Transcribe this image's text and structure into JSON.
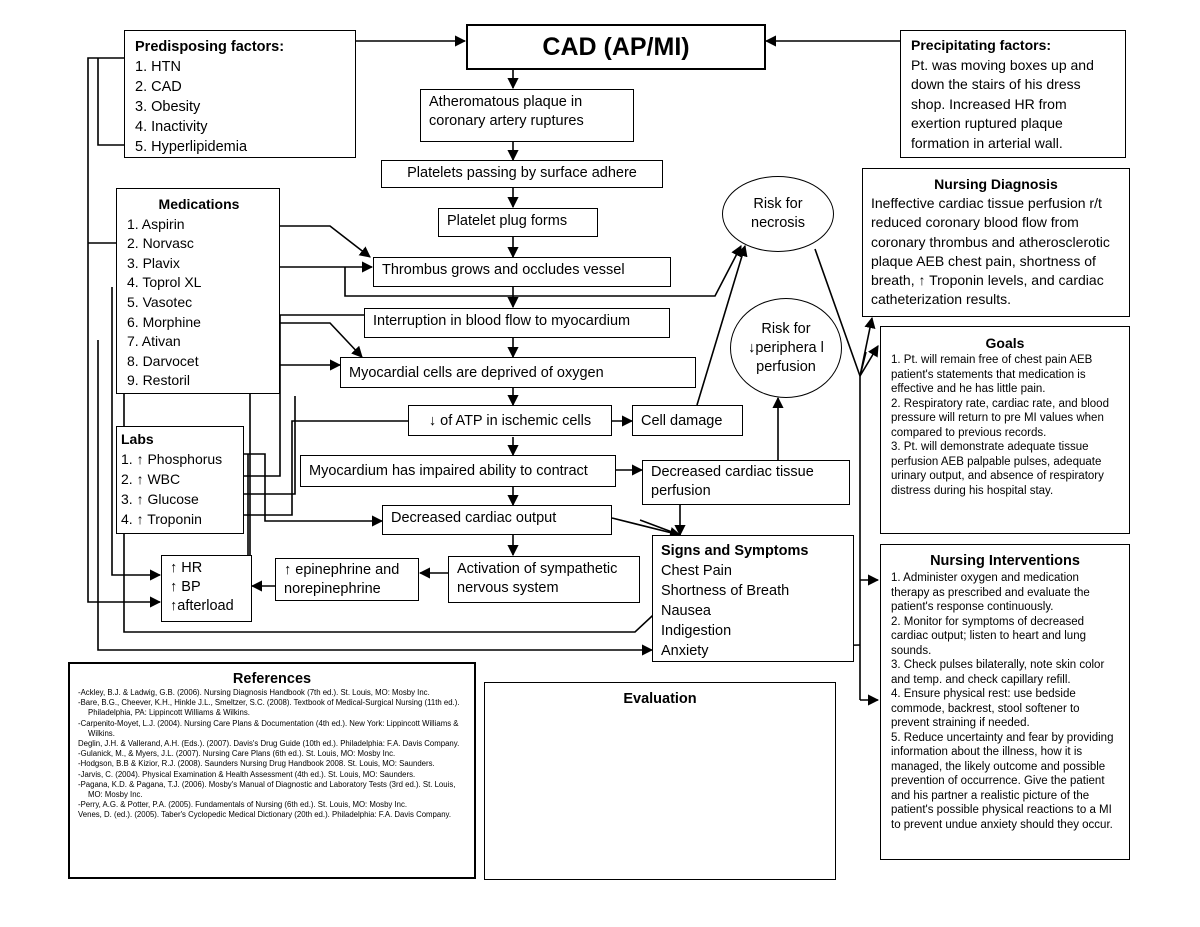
{
  "title": "CAD (AP/MI)",
  "predisposing": {
    "title": "Predisposing factors:",
    "items": [
      "1. HTN",
      "2. CAD",
      "3. Obesity",
      "4. Inactivity",
      "5. Hyperlipidemia"
    ]
  },
  "precipitating": {
    "title": "Precipitating factors:",
    "text": "Pt. was moving boxes up and down the stairs of his dress shop. Increased HR from exertion ruptured plaque formation in arterial wall."
  },
  "medications": {
    "title": "Medications",
    "items": [
      "1. Aspirin",
      "2. Norvasc",
      "3. Plavix",
      "4. Toprol XL",
      "5. Vasotec",
      "6. Morphine",
      "7. Ativan",
      "8. Darvocet",
      "9. Restoril"
    ]
  },
  "labs": {
    "title": "Labs",
    "items": [
      "1. ↑ Phosphorus",
      "2. ↑ WBC",
      "3. ↑ Glucose",
      "4. ↑ Troponin"
    ]
  },
  "flow": {
    "plaque": "Atheromatous plaque in coronary artery ruptures",
    "platelets": "Platelets passing by surface adhere",
    "plug": "Platelet plug forms",
    "thrombus": "Thrombus grows and occludes vessel",
    "interruption": "Interruption in blood flow to myocardium",
    "deprived": "Myocardial cells are deprived of oxygen",
    "atp": "↓ of ATP in ischemic cells",
    "cell_damage": "Cell damage",
    "impaired": "Myocardium has impaired ability to contract",
    "decreased_perfusion": "Decreased cardiac tissue perfusion",
    "decreased_output": "Decreased cardiac output",
    "activation": "Activation of sympathetic nervous system",
    "epinephrine": "↑ epinephrine and norepinephrine",
    "hr": "↑ HR",
    "bp": "↑ BP",
    "afterload": "↑afterload"
  },
  "risks": {
    "necrosis": "Risk for necrosis",
    "peripheral": "Risk for ↓periphera l perfusion"
  },
  "nursing_diagnosis": {
    "title": "Nursing Diagnosis",
    "text": "Ineffective cardiac tissue perfusion r/t reduced coronary blood flow from coronary thrombus and atherosclerotic plaque AEB chest pain, shortness of breath, ↑ Troponin levels, and cardiac catheterization results."
  },
  "goals": {
    "title": "Goals",
    "items": [
      "1. Pt. will remain free of chest pain AEB patient's statements that medication is effective and he has little pain.",
      "2. Respiratory rate, cardiac rate, and blood pressure will return to pre MI values when compared to previous records.",
      "3. Pt. will demonstrate adequate tissue perfusion AEB palpable pulses, adequate urinary output, and absence of respiratory distress during his hospital stay."
    ]
  },
  "signs": {
    "title": "Signs and Symptoms",
    "items": [
      "Chest Pain",
      "Shortness of Breath",
      "Nausea",
      "Indigestion",
      "Anxiety"
    ]
  },
  "interventions": {
    "title": "Nursing Interventions",
    "items": [
      "1. Administer oxygen and medication therapy as prescribed and evaluate the patient's response continuously.",
      "2. Monitor for symptoms of decreased cardiac output; listen to heart and lung sounds.",
      "3. Check pulses bilaterally, note skin color and temp. and check capillary refill.",
      "4. Ensure physical rest: use bedside commode, backrest, stool softener to prevent straining if needed.",
      "5. Reduce uncertainty and fear by providing information about the illness, how it is managed, the likely outcome and possible prevention of occurrence. Give the patient and his partner a realistic picture of the patient's possible physical reactions to a MI to prevent undue anxiety should they occur."
    ]
  },
  "references": {
    "title": "References",
    "items": [
      "-Ackley, B.J. & Ladwig, G.B. (2006). Nursing Diagnosis Handbook (7th ed.). St. Louis, MO: Mosby Inc.",
      "-Bare, B.G., Cheever, K.H., Hinkle J.L., Smeltzer, S.C. (2008). Textbook of Medical-Surgical Nursing (11th ed.). Philadelphia, PA: Lippincott Williams & Wilkins.",
      "-Carpenito-Moyet, L.J. (2004). Nursing Care Plans & Documentation (4th ed.). New York: Lippincott Williams & Wilkins.",
      "Deglin, J.H. & Vallerand, A.H. (Eds.). (2007). Davis's Drug Guide (10th ed.). Philadelphia: F.A. Davis Company.",
      "-Gulanick, M., & Myers, J.L. (2007). Nursing Care Plans (6th ed.). St. Louis, MO: Mosby Inc.",
      "-Hodgson, B.B & Kizior, R.J. (2008). Saunders Nursing Drug Handbook 2008. St. Louis, MO: Saunders.",
      "-Jarvis, C. (2004). Physical Examination & Health Assessment (4th ed.). St. Louis, MO: Saunders.",
      "-Pagana, K.D. & Pagana, T.J. (2006). Mosby's Manual of Diagnostic and Laboratory Tests (3rd ed.). St. Louis, MO: Mosby Inc.",
      "-Perry, A.G. & Potter, P.A. (2005). Fundamentals of Nursing (6th ed.). St. Louis, MO: Mosby Inc.",
      "Venes, D. (ed.). (2005). Taber's Cyclopedic Medical Dictionary (20th ed.). Philadelphia: F.A. Davis Company."
    ]
  },
  "evaluation": {
    "title": "Evaluation"
  }
}
